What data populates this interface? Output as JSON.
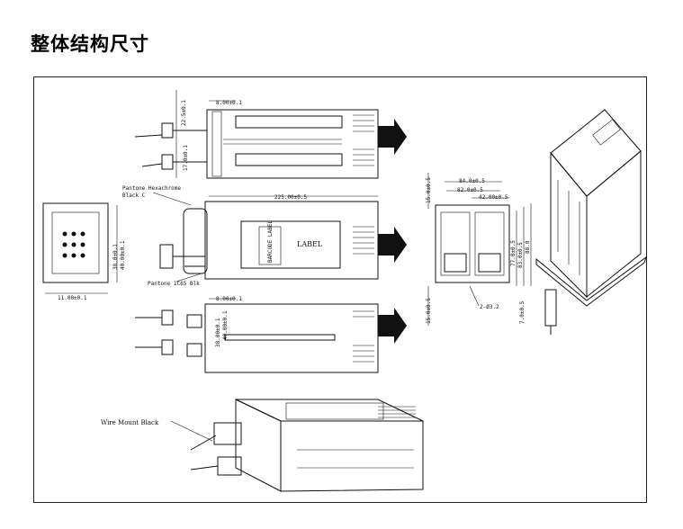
{
  "page": {
    "title": "整体结构尺寸"
  },
  "diagram": {
    "top_view": {
      "dim_pitch": "22.5±0.1",
      "dim_edge": "8.00±0.1",
      "dim_side": "17.0±0.1"
    },
    "side_view": {
      "length": "225.00±0.5",
      "callout_handle": "Pantone Hexachrome\nBlack C",
      "callout_handle_l1": "Pantone Hexachrome",
      "callout_handle_l2": "Black C",
      "callout_wire": "Pantone 1C65 Blk",
      "label_text": "LABEL",
      "vertical_label": "BARCODE LABEL"
    },
    "front_view": {
      "width_dim": "11.00±0.1",
      "height_dim": "40.00±0.1",
      "height_dim2": "38.0±0.1"
    },
    "bottom_view": {
      "dim_edge": "8.00±0.1",
      "dim_height": "38.00±0.1",
      "dim_height2": "40.00±0.1"
    },
    "rear_view": {
      "width_outer": "84.0±0.5",
      "width_inner": "82.0±0.5",
      "width_half": "42.00±0.5",
      "left_top": "15.0±0.5",
      "left_bottom": "15.0±0.5",
      "height_1": "77.0±0.5",
      "height_2": "83.0±0.5",
      "height_3": "88.0",
      "height_4": "7.0±0.5",
      "hole_note": "2-Ø3.2"
    },
    "iso_bottom": {
      "callout": "Wire Mount Black"
    }
  }
}
